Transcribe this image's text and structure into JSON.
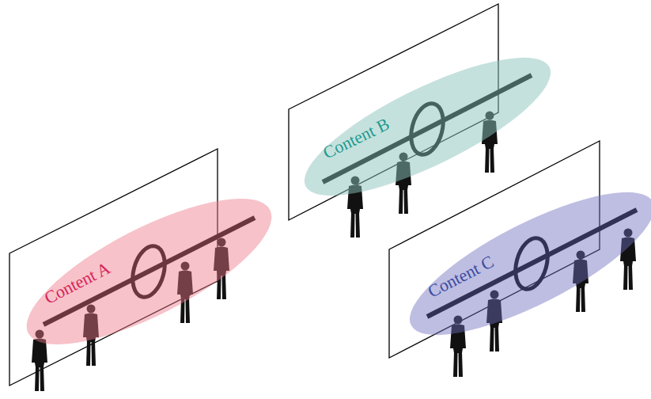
{
  "diagram": {
    "nodes": [
      {
        "text": [
          "Content A"
        ]
      },
      {
        "text": [
          "Content B"
        ]
      },
      {
        "text": [
          "Content C"
        ]
      }
    ]
  }
}
